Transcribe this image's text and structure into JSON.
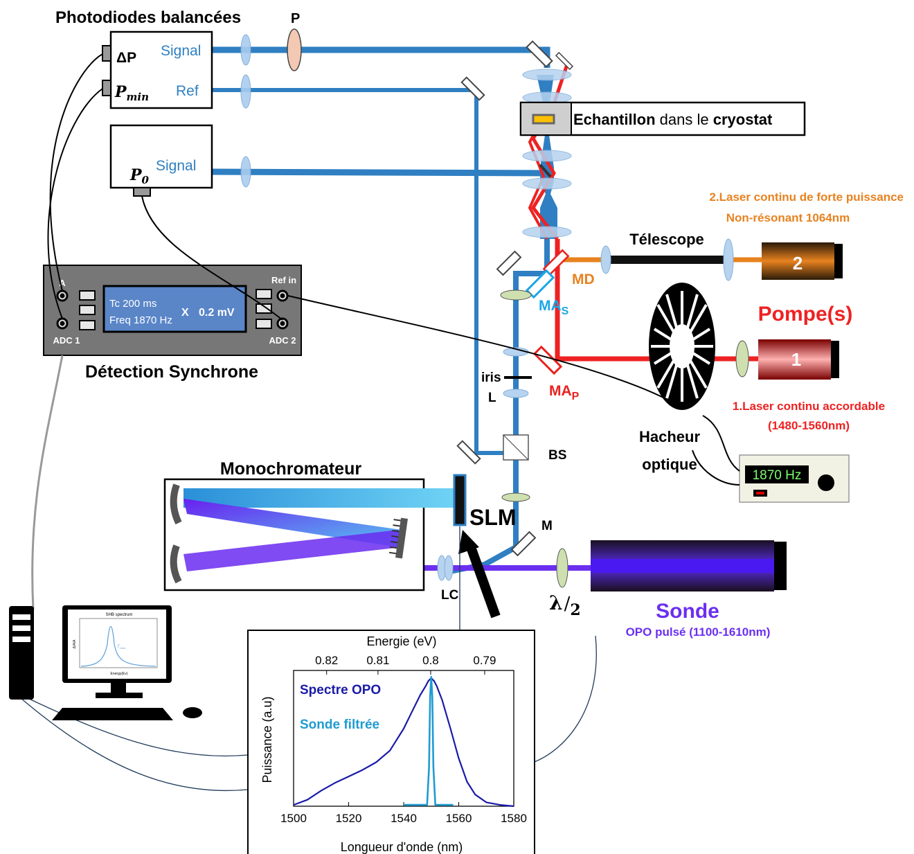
{
  "colors": {
    "blue": "#2f7fc2",
    "red": "#ee2222",
    "orange": "#e8821f",
    "violet": "#6b2ff0",
    "lightblue": "#4fb7e8",
    "spectrum_dark": "#1a1aa8",
    "spectrum_light": "#1f9bd2"
  },
  "photodiodes": {
    "title": "Photodiodes balancées",
    "delta_p": "ΔP",
    "p_min": "P",
    "p_min_sub": "min",
    "signal": "Signal",
    "ref": "Ref",
    "p0": "P",
    "p0_sub": "0",
    "signal2": "Signal"
  },
  "polarizer": "P",
  "sample": {
    "bold1": "Echantillon",
    "mid": " dans le ",
    "bold2": "cryostat"
  },
  "laser2": {
    "line1": "2.Laser continu de forte puissance",
    "line2": "Non-résonant 1064nm",
    "tag": "2"
  },
  "telescope": "Télescope",
  "md": "MD",
  "mas": {
    "main": "MA",
    "sub": "S"
  },
  "map": {
    "main": "MA",
    "sub": "P"
  },
  "pumps": "Pompe(s)",
  "laser1": {
    "line1": "1.Laser continu accordable",
    "line2": "(1480-1560nm)",
    "tag": "1"
  },
  "chopper": {
    "line1": "Hacheur",
    "line2": "optique",
    "display": "1870 Hz"
  },
  "lockin": {
    "a": "A",
    "adc1": "ADC 1",
    "refin": "Ref in",
    "adc2": "ADC 2",
    "tc": "Tc 200 ms",
    "freq": "Freq 1870 Hz",
    "x": "X",
    "xval": "0.2 mV",
    "title": "Détection Synchrone"
  },
  "iris": "iris",
  "lens_l": "L",
  "bs": "BS",
  "mono": "Monochromateur",
  "slm": "SLM",
  "mirror_m": "M",
  "lc": "LC",
  "halfwave": {
    "lambda": "λ",
    "slash": "/",
    "two": "2"
  },
  "probe": {
    "title": "Sonde",
    "subtitle": "OPO pulsé (1100-1610nm)"
  },
  "monitor": {
    "title": "SHB spectrum",
    "ylabel": "Δ/A/A",
    "xlabel": "Energy(Ev)",
    "gamma": "Γ",
    "gamma_sub": "hom"
  },
  "chart_data": {
    "type": "line",
    "xlabel": "Longueur d'onde (nm)",
    "ylabel": "Puissance (a.u)",
    "top_axis_label": "Energie (eV)",
    "xlim": [
      1500,
      1580
    ],
    "x_ticks": [
      1500,
      1520,
      1540,
      1560,
      1580
    ],
    "top_ticks": [
      0.82,
      0.81,
      0.8,
      0.79
    ],
    "ylim": [
      0,
      1.05
    ],
    "annotations": [
      "Spectre OPO",
      "Sonde filtrée"
    ],
    "series": [
      {
        "name": "Spectre OPO",
        "color": "#1a1aa8",
        "x": [
          1500,
          1505,
          1510,
          1515,
          1520,
          1525,
          1530,
          1535,
          1540,
          1543,
          1546,
          1548,
          1549,
          1550,
          1551,
          1552,
          1554,
          1557,
          1560,
          1563,
          1566,
          1570,
          1575,
          1580
        ],
        "y": [
          0.01,
          0.05,
          0.12,
          0.18,
          0.23,
          0.28,
          0.34,
          0.43,
          0.6,
          0.73,
          0.86,
          0.93,
          0.97,
          0.99,
          0.97,
          0.93,
          0.82,
          0.6,
          0.37,
          0.19,
          0.09,
          0.03,
          0.01,
          0.0
        ]
      },
      {
        "name": "Sonde filtrée",
        "color": "#1f9bd2",
        "x": [
          1540,
          1548.5,
          1549.2,
          1549.6,
          1550,
          1550.4,
          1550.8,
          1551.5,
          1558
        ],
        "y": [
          0.01,
          0.01,
          0.3,
          0.85,
          1.0,
          0.85,
          0.3,
          0.01,
          0.01
        ]
      }
    ]
  }
}
